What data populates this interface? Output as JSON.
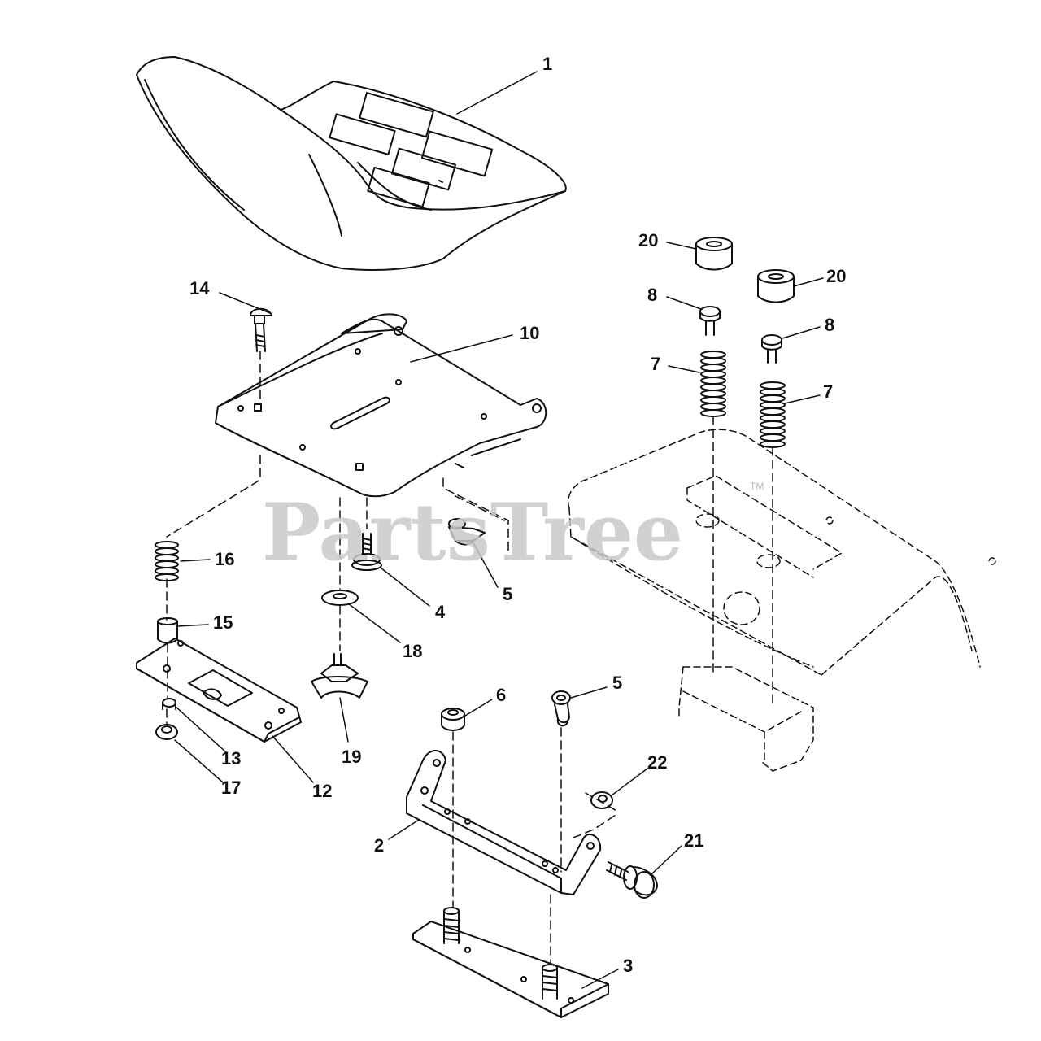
{
  "watermark": {
    "text": "PartsTree",
    "mark": "TM"
  },
  "callouts": {
    "c1": "1",
    "c2": "2",
    "c3": "3",
    "c4": "4",
    "c5a": "5",
    "c5b": "5",
    "c6": "6",
    "c7a": "7",
    "c7b": "7",
    "c8a": "8",
    "c8b": "8",
    "c10": "10",
    "c12": "12",
    "c13": "13",
    "c14": "14",
    "c15": "15",
    "c16": "16",
    "c17": "17",
    "c18": "18",
    "c19": "19",
    "c20a": "20",
    "c20b": "20",
    "c21": "21",
    "c22": "22"
  }
}
